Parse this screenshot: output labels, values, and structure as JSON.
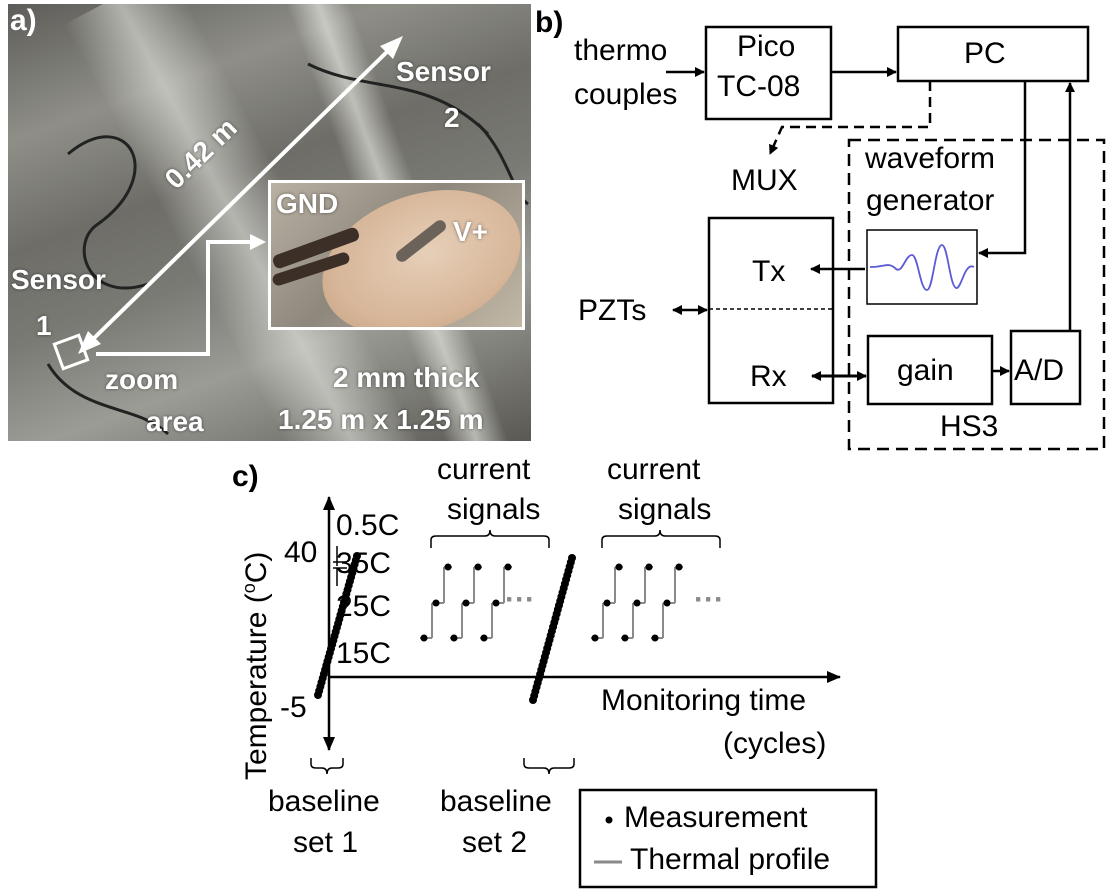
{
  "panel_a": {
    "letter": "a)",
    "sensor2": [
      "Sensor",
      "2"
    ],
    "sensor1": [
      "Sensor",
      "1"
    ],
    "distance": "0.42 m",
    "gnd": "GND",
    "vplus": "V+",
    "zoom": [
      "zoom",
      "area"
    ],
    "plate": [
      "2 mm thick",
      "1.25 m x 1.25 m"
    ]
  },
  "panel_b": {
    "letter": "b)",
    "thermocouples": [
      "thermo",
      "couples"
    ],
    "pico": [
      "Pico",
      "TC-08"
    ],
    "pc": "PC",
    "mux": "MUX",
    "waveform": [
      "waveform",
      "generator"
    ],
    "tx": "Tx",
    "rx": "Rx",
    "pzts": "PZTs",
    "gain": "gain",
    "ad": "A/D",
    "hs3": "HS3"
  },
  "panel_c": {
    "letter": "c)",
    "ylabel": "Temperature (",
    "ylabel_sup": "o",
    "ylabel_tail": "C)",
    "y40": "40",
    "ym5": "-5",
    "step": "0.5C",
    "t35": "35C",
    "t25": "25C",
    "t15": "15C",
    "current1": [
      "current",
      "signals"
    ],
    "current2": [
      "current",
      "signals"
    ],
    "xlabel": [
      "Monitoring time",
      "(cycles)"
    ],
    "baseline1": [
      "baseline",
      "set 1"
    ],
    "baseline2": [
      "baseline",
      "set 2"
    ],
    "ellipsis": "···",
    "legend": {
      "measurement": "Measurement",
      "profile": "Thermal profile"
    }
  },
  "colors": {
    "waveform": "#5b5bd6",
    "profile": "#8a8a8a"
  }
}
